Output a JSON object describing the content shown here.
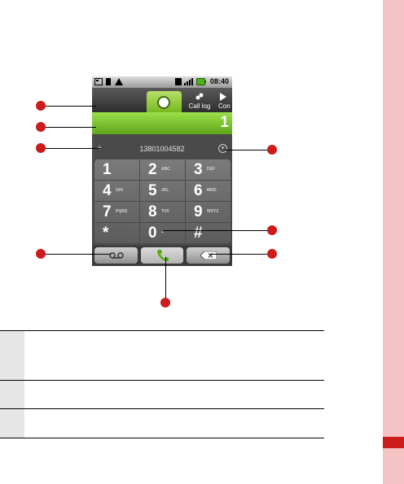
{
  "phone": {
    "status_time": "08:40",
    "tabs": {
      "call_log_label": "Call log",
      "contacts_label": "Con"
    },
    "digits": "1",
    "match_number": "13801004582",
    "keys": [
      {
        "digit": "1",
        "letters": ""
      },
      {
        "digit": "2",
        "letters": "ABC"
      },
      {
        "digit": "3",
        "letters": "DEF"
      },
      {
        "digit": "4",
        "letters": "GHI"
      },
      {
        "digit": "5",
        "letters": "JKL"
      },
      {
        "digit": "6",
        "letters": "MNO"
      },
      {
        "digit": "7",
        "letters": "PQRS"
      },
      {
        "digit": "8",
        "letters": "TUV"
      },
      {
        "digit": "9",
        "letters": "WXYZ"
      },
      {
        "digit": "*",
        "letters": ""
      },
      {
        "digit": "0",
        "letters": "+"
      },
      {
        "digit": "#",
        "letters": ""
      }
    ],
    "icons": {
      "voicemail": "voicemail-icon",
      "call": "call-icon",
      "delete": "backspace-icon"
    }
  },
  "colors": {
    "accent_green": "#72b81c",
    "callout_red": "#cc1b1b",
    "side_strip": "#f5c3c3"
  },
  "table": {
    "rows": [
      {
        "label": "",
        "text": ""
      },
      {
        "label": "",
        "text": ""
      },
      {
        "label": "",
        "text": ""
      }
    ]
  }
}
